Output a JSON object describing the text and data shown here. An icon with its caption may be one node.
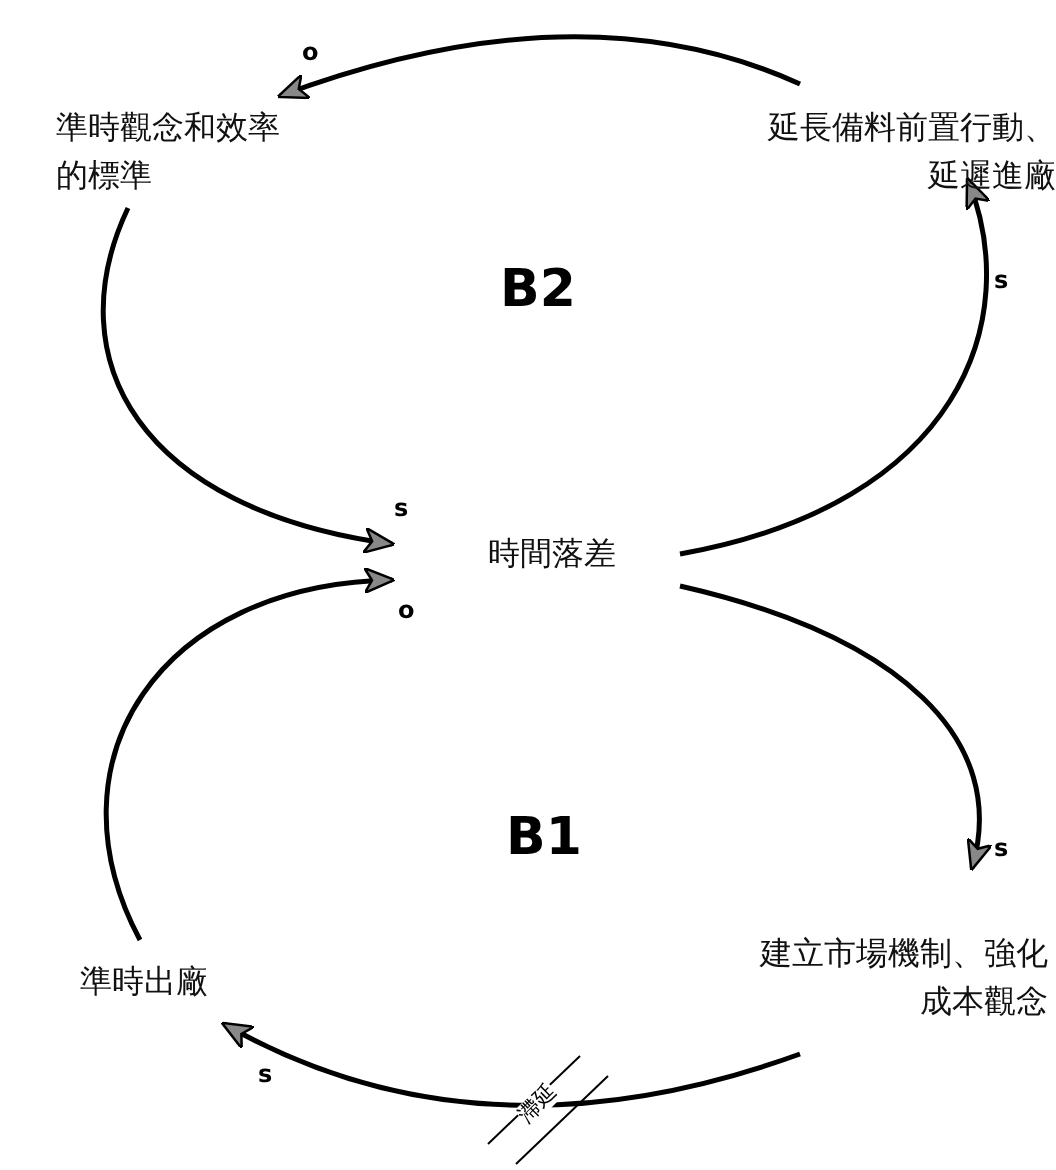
{
  "diagram": {
    "nodes": [
      {
        "text": [
          "準時觀念和效率的標準"
        ]
      },
      {
        "text": [
          "延長備料前置行動、延遲進廠"
        ]
      },
      {
        "text": [
          "時間落差"
        ]
      },
      {
        "text": [
          "建立市場機制、強化成本觀念"
        ]
      },
      {
        "text": [
          "準時出廠"
        ]
      }
    ],
    "edges": [
      {
        "from": 1,
        "to": 0,
        "arrow": "to",
        "label": "o"
      },
      {
        "from": 0,
        "to": 2,
        "arrow": "to",
        "label": "s"
      },
      {
        "from": 2,
        "to": 1,
        "arrow": "to",
        "label": "s"
      },
      {
        "from": 2,
        "to": 3,
        "arrow": "to",
        "label": "s"
      },
      {
        "from": 3,
        "to": 4,
        "arrow": "to",
        "label": "s"
      },
      {
        "from": 4,
        "to": 2,
        "arrow": "to",
        "label": "o"
      }
    ],
    "labels": [
      "B2",
      "B1",
      "滯延"
    ]
  }
}
